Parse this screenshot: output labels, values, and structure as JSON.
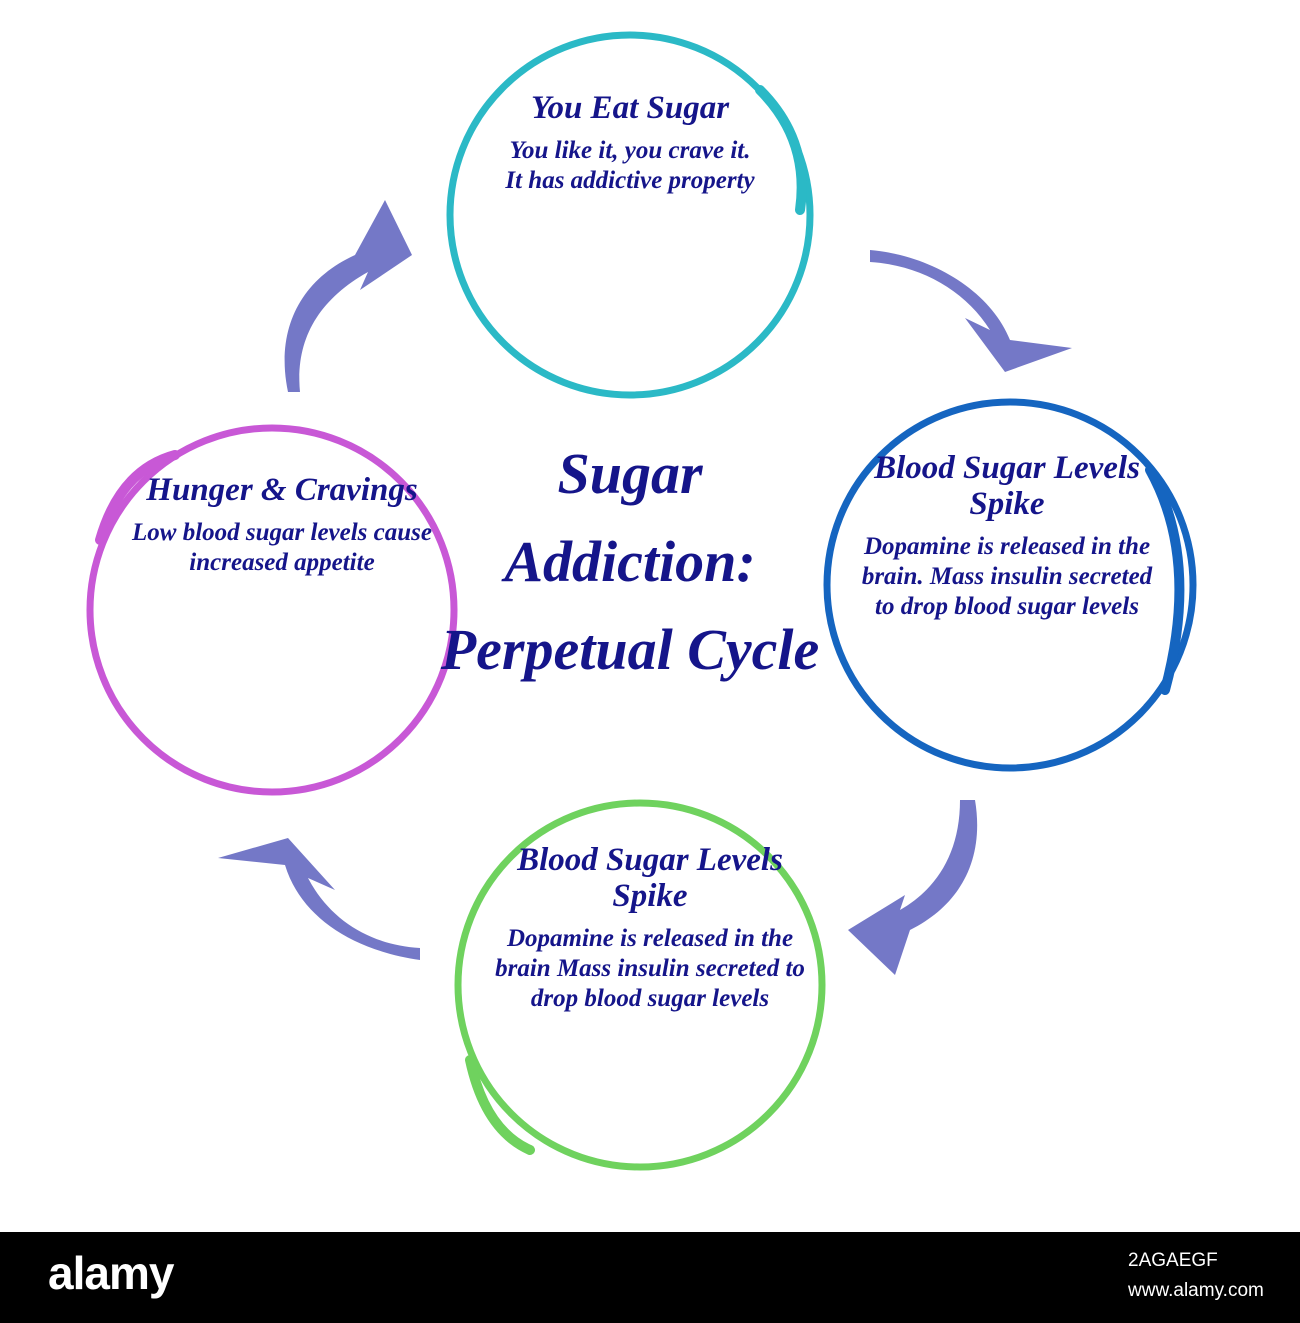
{
  "diagram": {
    "title": "Sugar Addiction: Perpetual Cycle",
    "accent_colors": {
      "text": "#15158a",
      "arrow": "#7478c7",
      "node_top": "#2bb9c6",
      "node_right": "#1565c0",
      "node_bottom": "#6fd25e",
      "node_left": "#c858d6"
    },
    "nodes": [
      {
        "id": "top",
        "title": "You Eat Sugar",
        "body": "You like it, you crave it. It has addictive property"
      },
      {
        "id": "right",
        "title": "Blood Sugar Levels Spike",
        "body": "Dopamine is released in the brain. Mass insulin secreted to drop blood sugar levels"
      },
      {
        "id": "bottom",
        "title": "Blood Sugar Levels Spike",
        "body": "Dopamine is released in the brain Mass insulin secreted to drop blood sugar levels"
      },
      {
        "id": "left",
        "title": "Hunger & Cravings",
        "body": "Low blood sugar levels cause increased appetite"
      }
    ],
    "arrows": [
      {
        "from": "top",
        "to": "right",
        "icon": "curved-arrow-icon"
      },
      {
        "from": "right",
        "to": "bottom",
        "icon": "curved-arrow-icon"
      },
      {
        "from": "bottom",
        "to": "left",
        "icon": "curved-arrow-icon"
      },
      {
        "from": "left",
        "to": "top",
        "icon": "curved-arrow-icon"
      }
    ]
  },
  "footer": {
    "brand": "alamy",
    "image_id": "2AGAEGF",
    "url": "www.alamy.com"
  }
}
